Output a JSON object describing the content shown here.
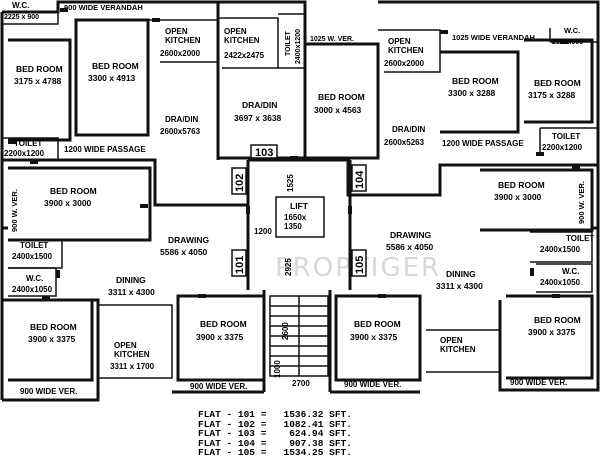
{
  "watermark": "PROPTIGER",
  "rooms": {
    "wc_tl": "W.C.",
    "wc_tl_dim": "2225 x 900",
    "veranda_top_left": "900 WIDE VERANDAH",
    "bed1": "BED ROOM",
    "bed1_dim": "3175 x 4788",
    "bed2": "BED ROOM",
    "bed2_dim": "3300 x 4913",
    "open_kitchen_a": "OPEN\nKITCHEN",
    "open_kitchen_a_dim": "2600x2000",
    "open_kitchen_b": "OPEN\nKITCHEN",
    "open_kitchen_b_dim": "2422x2475",
    "toilet_center": "TOILET",
    "toilet_center_dim": "2400x1200",
    "dradin_left": "DRA/DIN",
    "dradin_left_dim": "2600x5763",
    "dradin_center": "DRA/DIN",
    "dradin_center_dim": "3697 x 3638",
    "veranda_1025": "1025 W. VER.",
    "bed_center": "BED ROOM",
    "bed_center_dim": "3000 x 4563",
    "open_kitchen_c": "OPEN\nKITCHEN",
    "open_kitchen_c_dim": "2600x2000",
    "dradin_right": "DRA/DIN",
    "dradin_right_dim": "2600x5263",
    "veranda_top_right": "1025 WIDE VERANDAH",
    "wc_tr": "W.C.",
    "wc_tr_dim": "2100x900",
    "bed_r1": "BED ROOM",
    "bed_r1_dim": "3300 x 3288",
    "bed_r2": "BED ROOM",
    "bed_r2_dim": "3175 x 3288",
    "toilet_tl": "TOILET",
    "toilet_tl_dim": "2200x1200",
    "passage_left": "1200 WIDE PASSAGE",
    "passage_right": "1200 WIDE PASSAGE",
    "toilet_tr": "TOILET",
    "toilet_tr_dim": "2200x1200",
    "flat103": "103",
    "flat102": "102",
    "flat104": "104",
    "flat101": "101",
    "flat105": "105",
    "dim_1525": "1525",
    "lift": "LIFT",
    "lift_dim": "1650x\n1350",
    "dim_1200": "1200",
    "dim_2925": "2925",
    "dim_2600": "2600",
    "dim_1000": "1000",
    "dim_2700": "2700",
    "ver900_left": "900 W. VER.",
    "ver900_right": "900 W. VER.",
    "bed_ml": "BED ROOM",
    "bed_ml_dim": "3900 x 3000",
    "bed_mr": "BED ROOM",
    "bed_mr_dim": "3900 x 3000",
    "drawing_left": "DRAWING",
    "drawing_left_dim": "5586 x 4050",
    "drawing_right": "DRAWING",
    "drawing_right_dim": "5586 x 4050",
    "toilet_ml": "TOILET",
    "toilet_ml_dim": "2400x1500",
    "toilet_mr": "TOILET",
    "toilet_mr_dim": "2400x1500",
    "wc_ml": "W.C.",
    "wc_ml_dim": "2400x1050",
    "wc_mr": "W.C.",
    "wc_mr_dim": "2400x1050",
    "dining_left": "DINING",
    "dining_left_dim": "3311 x 4300",
    "dining_right": "DINING",
    "dining_right_dim": "3311 x 4300",
    "bed_bl": "BED ROOM",
    "bed_bl_dim": "3900 x 3375",
    "bed_bc1": "BED ROOM",
    "bed_bc1_dim": "3900 x 3375",
    "bed_bc2": "BED ROOM",
    "bed_bc2_dim": "3900 x 3375",
    "bed_br": "BED ROOM",
    "bed_br_dim": "3900 x 3375",
    "open_kitchen_bl": "OPEN\nKITCHEN",
    "open_kitchen_bl_dim": "3311 x 1700",
    "open_kitchen_br": "OPEN\nKITCHEN",
    "ver_bl": "900 WIDE VER.",
    "ver_bc1": "900 WIDE VER.",
    "ver_bc2": "900 WIDE VER.",
    "ver_br": "900 WIDE VER."
  },
  "summary": [
    "FLAT - 101 =   1536.32 SFT.",
    "FLAT - 102 =   1082.41 SFT.",
    "FLAT - 103 =    624.94 SFT.",
    "FLAT - 104 =    907.38 SFT.",
    "FLAT - 105 =   1534.25 SFT."
  ]
}
